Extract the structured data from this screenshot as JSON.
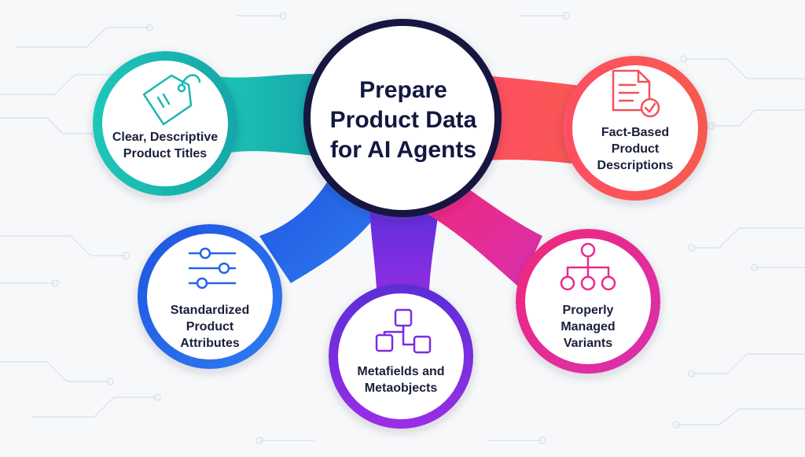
{
  "center": {
    "title_lines": [
      "Prepare",
      "Product Data",
      "for AI Agents"
    ]
  },
  "nodes": [
    {
      "id": "titles",
      "icon": "price-tag-icon",
      "color": "#19b8b0",
      "lines": [
        "Clear, Descriptive",
        "Product Titles"
      ]
    },
    {
      "id": "descriptions",
      "icon": "document-check-icon",
      "color": "#f2525a",
      "lines": [
        "Fact-Based",
        "Product",
        "Descriptions"
      ]
    },
    {
      "id": "attributes",
      "icon": "sliders-icon",
      "color": "#2563e8",
      "lines": [
        "Standardized",
        "Product",
        "Attributes"
      ]
    },
    {
      "id": "metafields",
      "icon": "connected-blocks-icon",
      "color": "#7a2ee0",
      "lines": [
        "Metafields and",
        "Metaobjects"
      ]
    },
    {
      "id": "variants",
      "icon": "hierarchy-tree-icon",
      "color": "#ea2a8e",
      "lines": [
        "Properly",
        "Managed",
        "Variants"
      ]
    }
  ],
  "colors": {
    "center_ring": "#13183f",
    "teal": "#19b8b0",
    "red": "#f2525a",
    "blue": "#2563e8",
    "purple": "#7a2ee0",
    "magenta": "#ea2a8e",
    "circuit": "#dfe3ea"
  }
}
